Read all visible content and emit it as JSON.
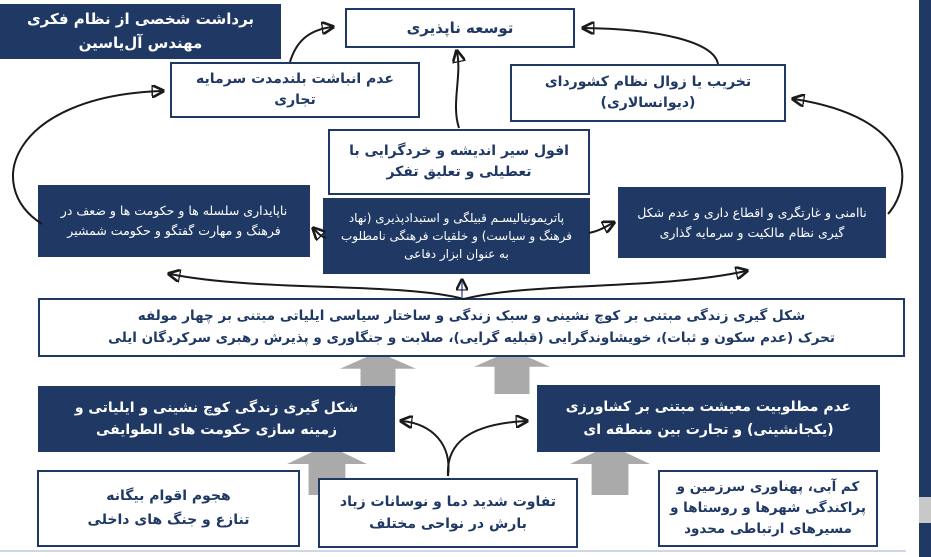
{
  "colors": {
    "navy": "#1f3864",
    "box_text_light": "#ffffff",
    "gray_arrow": "#aaaaaa",
    "black_arrow": "#1a1a1a",
    "blue_arrow": "#7884c0",
    "scroll_thumb": "#c8c8c8"
  },
  "title_box": {
    "lines": [
      "برداشت شخصی از نظام فکری",
      "مهندس آل‌یاسین"
    ]
  },
  "boxes": {
    "develop": {
      "lines": [
        "توسعه ناپذیری"
      ]
    },
    "capital": {
      "lines": [
        "عدم انباشت بلندمدت سرمایه",
        "تجاری"
      ]
    },
    "bureau": {
      "lines": [
        "تخریب یا زوال نظام کشوردای",
        "(دیوانسالاری)"
      ]
    },
    "thought": {
      "lines": [
        "افول سیر اندیشه و خردگرایی با",
        "تعطیلی و تعلیق تفکر"
      ]
    },
    "dynasty": {
      "lines": [
        "ناپایداری سلسله ها و حکومت ها و ضعف در",
        "فرهنگ و مهارت گفتگو و حکومت شمشیر"
      ]
    },
    "patrimonial": {
      "lines": [
        "پاتریمونیالیسـم قبیلگی و استبدادپذیری (نهاد",
        "فرهنگ و سیاست) و خلقیات فرهنگی نامطلوب",
        "به عنوان ابزار دفاعی"
      ]
    },
    "insecurity": {
      "lines": [
        "ناامنی و غارتگری و اقطاع داری و عدم شکل",
        "گیری نظام مالکیت و سرمایه گذاری"
      ]
    },
    "wide": {
      "lines": [
        "شکل گیری زندگی مبتنی بر کوچ نشینی و سبک زندگی و ساختار سیاسی ایلیاتی مبتنی بر چهار مولفه",
        "تحرک (عدم سکون و ثبات)، خویشاوندگرایی (قبلیه گرایی)، صلابت و جنگاوری  و پذیرش رهبری سرکردگان ایلی"
      ]
    },
    "nomadlife": {
      "lines": [
        "شکل گیری زندگی کوچ نشینی و ایلیاتی و",
        "زمینه سازی حکومت های الطوایفی"
      ]
    },
    "livelihood": {
      "lines": [
        "عدم مطلوبیت معیشت مبتنی بر کشاورزی",
        "(یکجانشینی) و تجارت بین منطقه ای"
      ]
    },
    "invasion": {
      "lines": [
        "هجوم اقوام بیگانه",
        "تنازع و جنگ های داخلی"
      ]
    },
    "climate": {
      "lines": [
        "تفاوت شدید دما و نوسانات زیاد",
        "بارش در نواحی مختلف"
      ]
    },
    "water": {
      "lines": [
        "کم آبی، پهناوری سرزمین و",
        "پراکندگی شهرها و روستاها و",
        "مسیرهای ارتباطی محدود"
      ]
    }
  }
}
